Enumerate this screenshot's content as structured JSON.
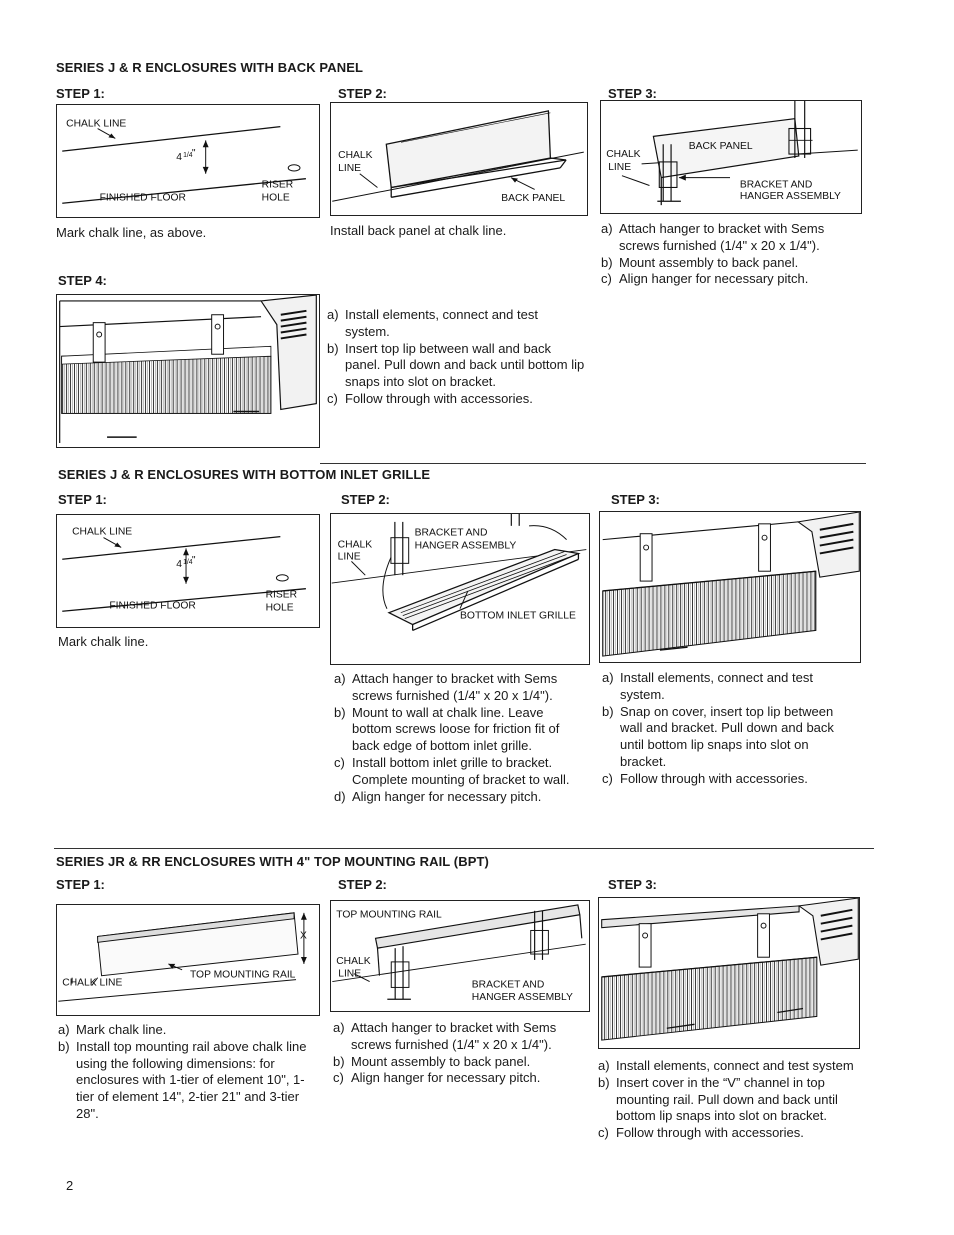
{
  "section1": {
    "title": "SERIES J & R ENCLOSURES WITH BACK PANEL",
    "step1": {
      "label": "STEP 1:",
      "chalk_line": "CHALK LINE",
      "dim_main": "4",
      "dim_frac": "1/4",
      "dim_unit": "\"",
      "finished_floor": "FINISHED FLOOR",
      "riser1": "RISER",
      "riser2": "HOLE",
      "caption": "Mark chalk line, as above."
    },
    "step2": {
      "label": "STEP 2:",
      "chalk1": "CHALK",
      "chalk2": "LINE",
      "back_panel": "BACK PANEL",
      "caption": "Install back panel at chalk line."
    },
    "step3": {
      "label": "STEP 3:",
      "chalk1": "CHALK",
      "chalk2": "LINE",
      "back_panel": "BACK PANEL",
      "bracket1": "BRACKET AND",
      "bracket2": "HANGER ASSEMBLY",
      "items": [
        {
          "key": "a)",
          "text": "Attach hanger to bracket with Sems screws furnished (1/4\" x 20 x 1/4\")."
        },
        {
          "key": "b)",
          "text": "Mount assembly to back panel."
        },
        {
          "key": "c)",
          "text": "Align hanger for necessary pitch."
        }
      ]
    },
    "step4": {
      "label": "STEP 4:",
      "items": [
        {
          "key": "a)",
          "text": "Install elements, connect and test system."
        },
        {
          "key": "b)",
          "text": "Insert top lip between wall and back panel. Pull down and back until bottom lip snaps into slot on bracket."
        },
        {
          "key": "c)",
          "text": "Follow through with accessories."
        }
      ]
    }
  },
  "section2": {
    "title": "SERIES J & R ENCLOSURES WITH BOTTOM INLET GRILLE",
    "step1": {
      "label": "STEP 1:",
      "chalk_line": "CHALK LINE",
      "dim_main": "4",
      "dim_frac": "1/4",
      "dim_unit": "\"",
      "finished_floor": "FINISHED FLOOR",
      "riser1": "RISER",
      "riser2": "HOLE",
      "caption": "Mark chalk line."
    },
    "step2": {
      "label": "STEP 2:",
      "chalk1": "CHALK",
      "chalk2": "LINE",
      "bracket1": "BRACKET AND",
      "bracket2": "HANGER ASSEMBLY",
      "grille": "BOTTOM INLET GRILLE",
      "items": [
        {
          "key": "a)",
          "text": "Attach hanger to bracket with Sems screws furnished (1/4\" x 20 x 1/4\")."
        },
        {
          "key": "b)",
          "text": "Mount to wall at chalk line. Leave bottom screws loose for friction fit of back edge of bottom inlet grille."
        },
        {
          "key": "c)",
          "text": "Install bottom inlet grille to bracket. Complete mounting of bracket to wall."
        },
        {
          "key": "d)",
          "text": "Align hanger for necessary pitch."
        }
      ]
    },
    "step3": {
      "label": "STEP 3:",
      "items": [
        {
          "key": "a)",
          "text": "Install elements, connect and test system."
        },
        {
          "key": "b)",
          "text": "Snap on cover, insert top lip between wall and bracket. Pull down and back until bottom lip snaps into slot on bracket."
        },
        {
          "key": "c)",
          "text": "Follow through with accessories."
        }
      ]
    }
  },
  "section3": {
    "title": "SERIES JR & RR ENCLOSURES WITH 4\" TOP MOUNTING RAIL (BPT)",
    "step1": {
      "label": "STEP 1:",
      "x": "X",
      "chalk_line": "CHALK LINE",
      "rail": "TOP MOUNTING RAIL",
      "items": [
        {
          "key": "a)",
          "text": "Mark chalk line."
        },
        {
          "key": "b)",
          "text": "Install top mounting rail above chalk line using the following dimensions: for enclosures with 1-tier of element 10\", 1-tier of element 14\", 2-tier 21\" and 3-tier 28\"."
        }
      ]
    },
    "step2": {
      "label": "STEP 2:",
      "rail": "TOP MOUNTING RAIL",
      "chalk1": "CHALK",
      "chalk2": "LINE",
      "bracket1": "BRACKET AND",
      "bracket2": "HANGER ASSEMBLY",
      "items": [
        {
          "key": "a)",
          "text": "Attach hanger to bracket with Sems screws furnished (1/4\" x 20 x 1/4\")."
        },
        {
          "key": "b)",
          "text": "Mount assembly to back panel."
        },
        {
          "key": "c)",
          "text": "Align hanger for necessary pitch."
        }
      ]
    },
    "step3": {
      "label": "STEP 3:",
      "items": [
        {
          "key": "a)",
          "text": "Install elements, connect and test system"
        },
        {
          "key": "b)",
          "text": "Insert cover in the “V” channel in top mounting rail. Pull down and back until bottom lip snaps into slot on bracket."
        },
        {
          "key": "c)",
          "text": "Follow through with accessories."
        }
      ]
    }
  },
  "page_number": "2"
}
